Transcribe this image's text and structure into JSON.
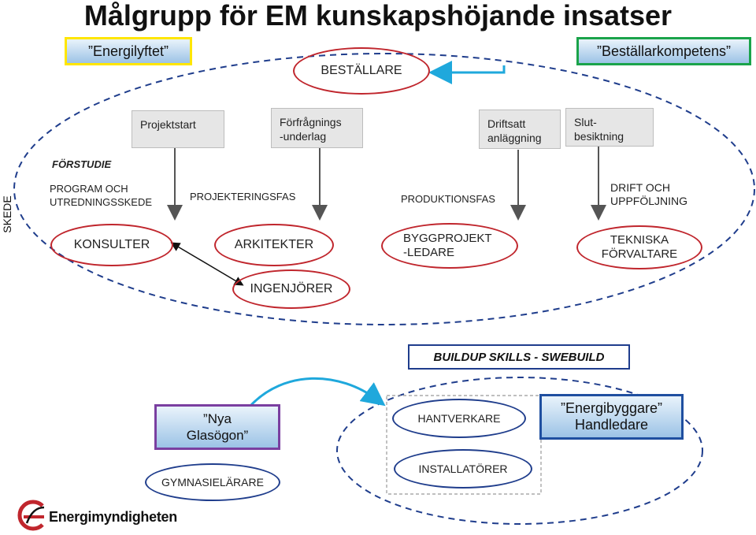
{
  "title": "Målgrupp för EM kunskapshöjande insatser",
  "top": {
    "energilyftet": "”Energilyftet”",
    "bestallarkompetens": "”Beställarkompetens”",
    "bestallare": "BESTÄLLARE"
  },
  "milestones": [
    {
      "text": "Projektstart"
    },
    {
      "line1": "Förfrågnings",
      "line2": "-underlag"
    },
    {
      "line1": "Driftsatt",
      "line2": "anläggning"
    },
    {
      "line1": "Slut-",
      "line2": "besiktning"
    }
  ],
  "side_label": "SKEDE",
  "forstudie": "FÖRSTUDIE",
  "phases": {
    "program_line1": "PROGRAM OCH",
    "program_line2": "UTREDNINGSSKEDE",
    "projektering": "PROJEKTERINGSFAS",
    "produktion": "PRODUKTIONSFAS",
    "drift_line1": "DRIFT OCH",
    "drift_line2": "UPPFÖLJNING"
  },
  "roles": {
    "konsulter": "KONSULTER",
    "arkitekter": "ARKITEKTER",
    "byggprojekt_line1": "BYGGPROJEKT",
    "byggprojekt_line2": "-LEDARE",
    "tekniska_line1": "TEKNISKA",
    "tekniska_line2": "FÖRVALTARE",
    "ingenjorer": "INGENJÖRER"
  },
  "bottom": {
    "buildup": "BUILDUP SKILLS - SWEBUILD",
    "nya_line1": "”Nya",
    "nya_line2": "Glasögon”",
    "gymnasielarare": "GYMNASIELÄRARE",
    "hantverkare": "HANTVERKARE",
    "installatorer": "INSTALLATÖRER",
    "energibyggare_line1": "”Energibyggare”",
    "energibyggare_line2": "Handledare"
  },
  "logo_text": "Energimyndigheten",
  "colors": {
    "oval_red": "#c0262d",
    "dashed_blue": "#1f3d8c",
    "arrow_cyan": "#1fa8dc",
    "energilyftet_border": "#ffe600",
    "bestallar_border": "#1aa34a",
    "nya_border": "#7a3fa0",
    "energibyggare_border": "#1f4fa0",
    "logo_red": "#c0262d"
  }
}
